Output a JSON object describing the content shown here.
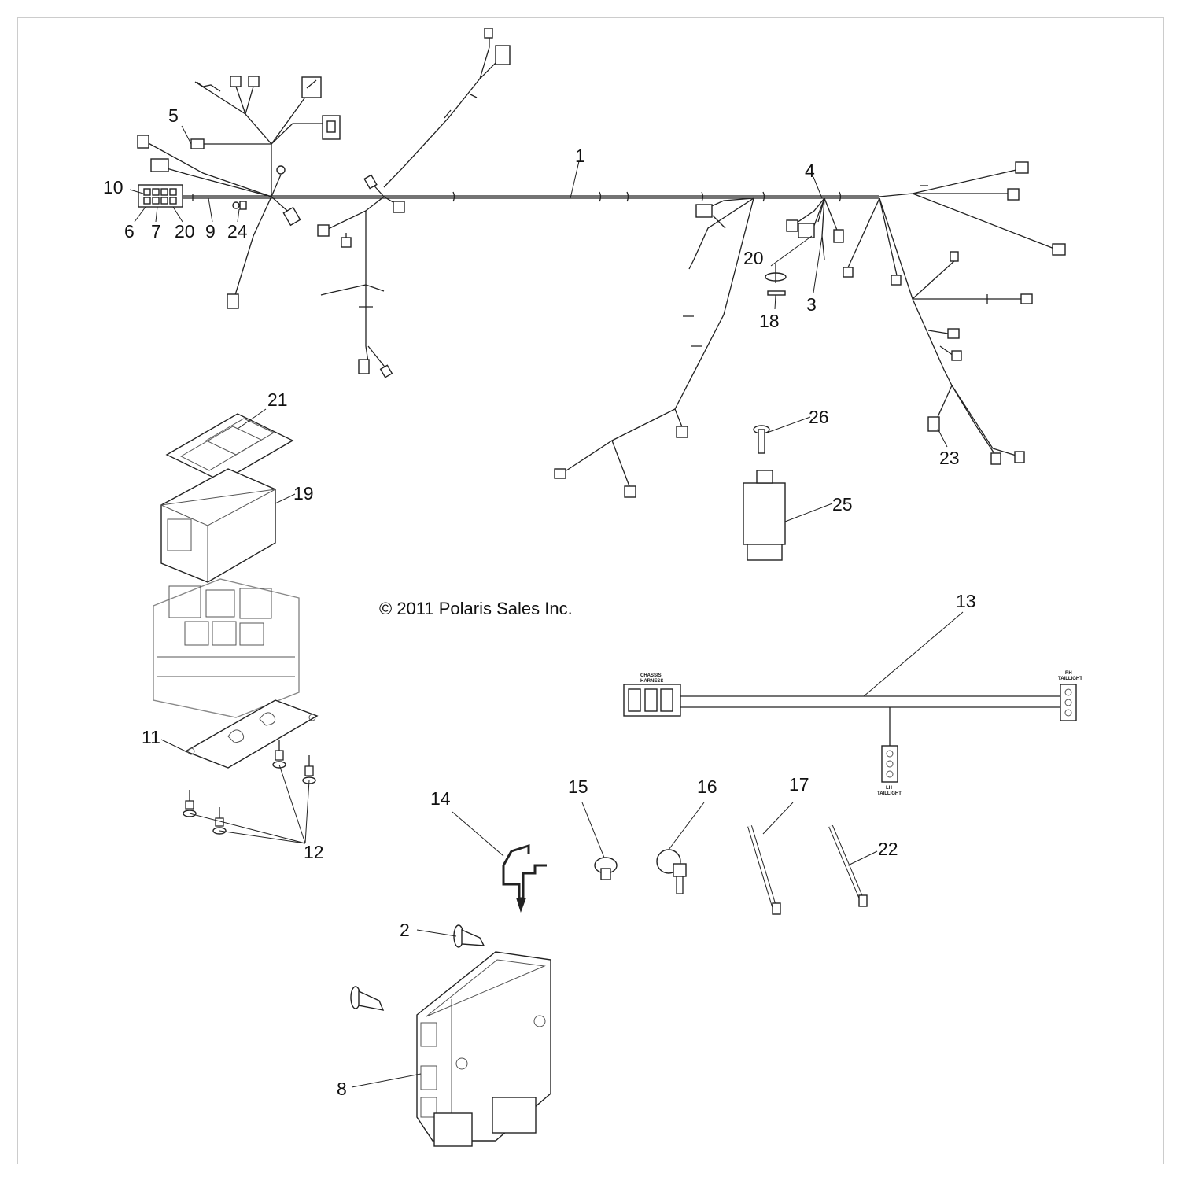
{
  "copyright": "© 2011 Polaris Sales Inc.",
  "callouts": {
    "c1": "1",
    "c2": "2",
    "c3": "3",
    "c4": "4",
    "c5": "5",
    "c6": "6",
    "c7": "7",
    "c8": "8",
    "c9": "9",
    "c10": "10",
    "c11": "11",
    "c12": "12",
    "c13": "13",
    "c14": "14",
    "c15": "15",
    "c16": "16",
    "c17": "17",
    "c18": "18",
    "c19": "19",
    "c20a": "20",
    "c20b": "20",
    "c21": "21",
    "c22": "22",
    "c23": "23",
    "c24": "24",
    "c25": "25",
    "c26": "26"
  },
  "harness_labels": {
    "chassis_1": "CHASSIS",
    "chassis_2": "HARNESS",
    "rh_1": "RH",
    "rh_2": "TAILLIGHT",
    "lh_1": "LH",
    "lh_2": "TAILLIGHT"
  }
}
